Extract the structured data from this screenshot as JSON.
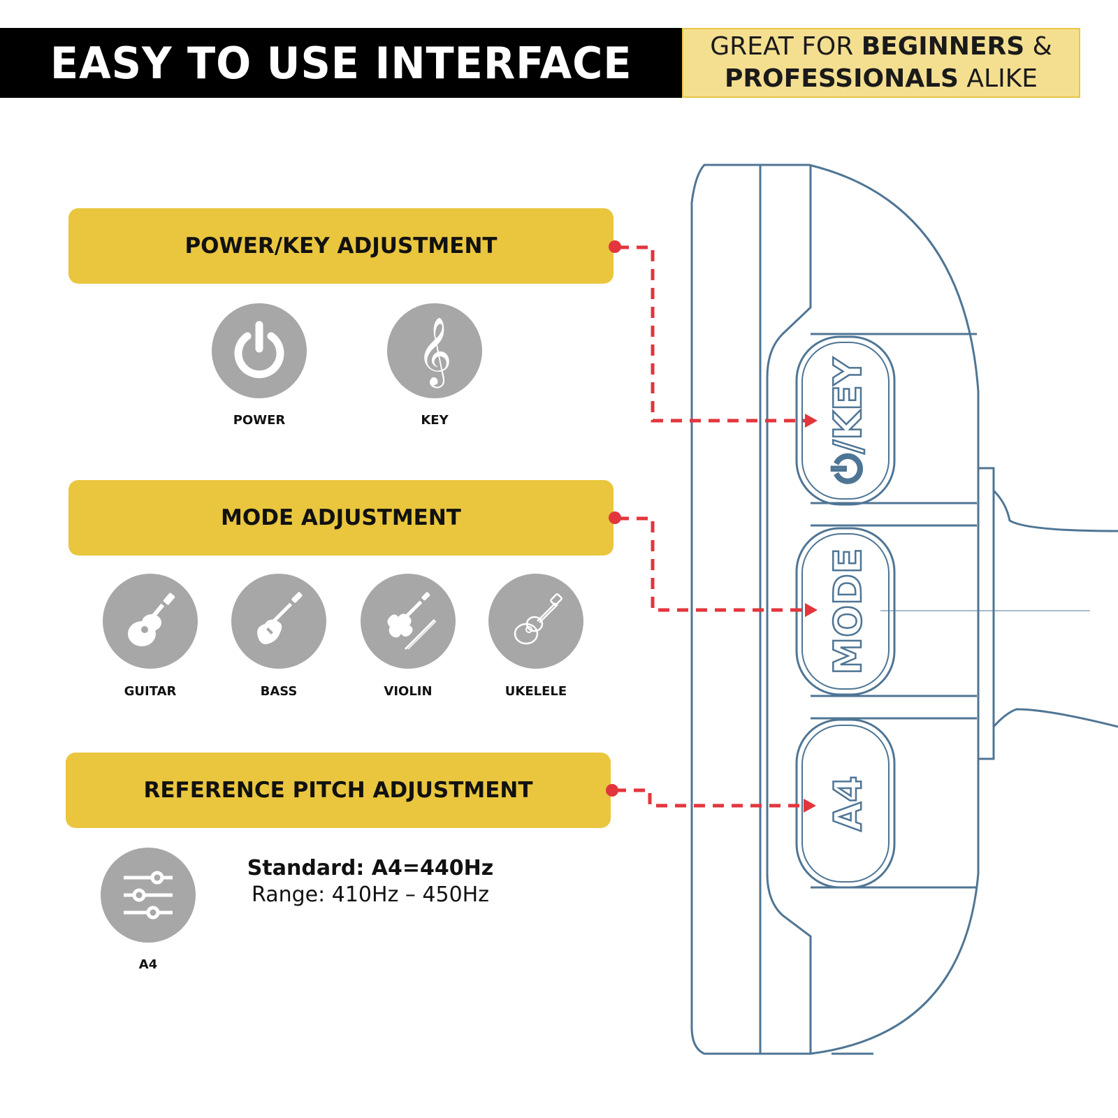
{
  "header": {
    "title": "EASY TO USE INTERFACE",
    "tagline": {
      "line1_pre": "GREAT FOR ",
      "line1_bold": "BEGINNERS",
      "line1_post": " &",
      "line2_bold": "PROFESSIONALS",
      "line2_post": " ALIKE"
    }
  },
  "sections": {
    "power": {
      "title": "POWER/KEY ADJUSTMENT",
      "icons": [
        {
          "label": "POWER",
          "icon": "power-icon"
        },
        {
          "label": "KEY",
          "icon": "treble-clef-icon"
        }
      ]
    },
    "mode": {
      "title": "MODE ADJUSTMENT",
      "icons": [
        {
          "label": "GUITAR",
          "icon": "guitar-icon"
        },
        {
          "label": "BASS",
          "icon": "bass-icon"
        },
        {
          "label": "VIOLIN",
          "icon": "violin-icon"
        },
        {
          "label": "UKELELE",
          "icon": "ukulele-icon"
        }
      ]
    },
    "pitch": {
      "title": "REFERENCE PITCH ADJUSTMENT",
      "icon": {
        "label": "A4",
        "icon": "sliders-icon"
      },
      "standard": "Standard: A4=440Hz",
      "range": "Range: 410Hz – 450Hz"
    }
  },
  "device": {
    "buttons": [
      "⏻/KEY",
      "MODE",
      "A4"
    ]
  },
  "colors": {
    "banner_yellow": "#e9c63e",
    "icon_gray": "#a7a7a7",
    "device_stroke": "#4f7594",
    "connector_red": "#e2363c"
  }
}
